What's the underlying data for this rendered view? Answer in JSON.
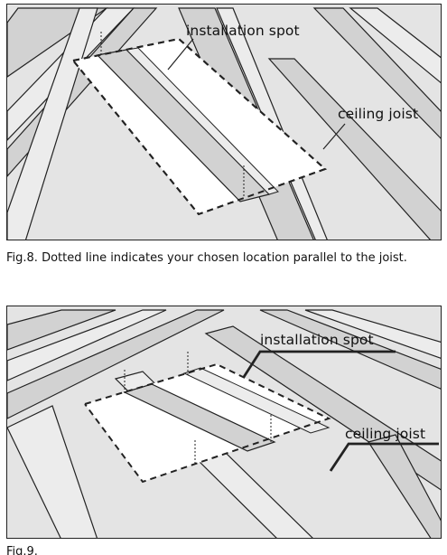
{
  "figure1": {
    "label_installation": "installation spot",
    "label_joist": "ceiling joist",
    "caption": "Fig.8. Dotted line indicates your chosen location parallel to the joist."
  },
  "figure2": {
    "label_installation": "installation spot",
    "label_joist": "ceiling joist",
    "caption": "Fig.9."
  },
  "colors": {
    "ceiling": "#e4e4e4",
    "joist_face": "#d2d2d2",
    "joist_top": "#ececec",
    "line": "#222222",
    "spot": "#ffffff"
  }
}
